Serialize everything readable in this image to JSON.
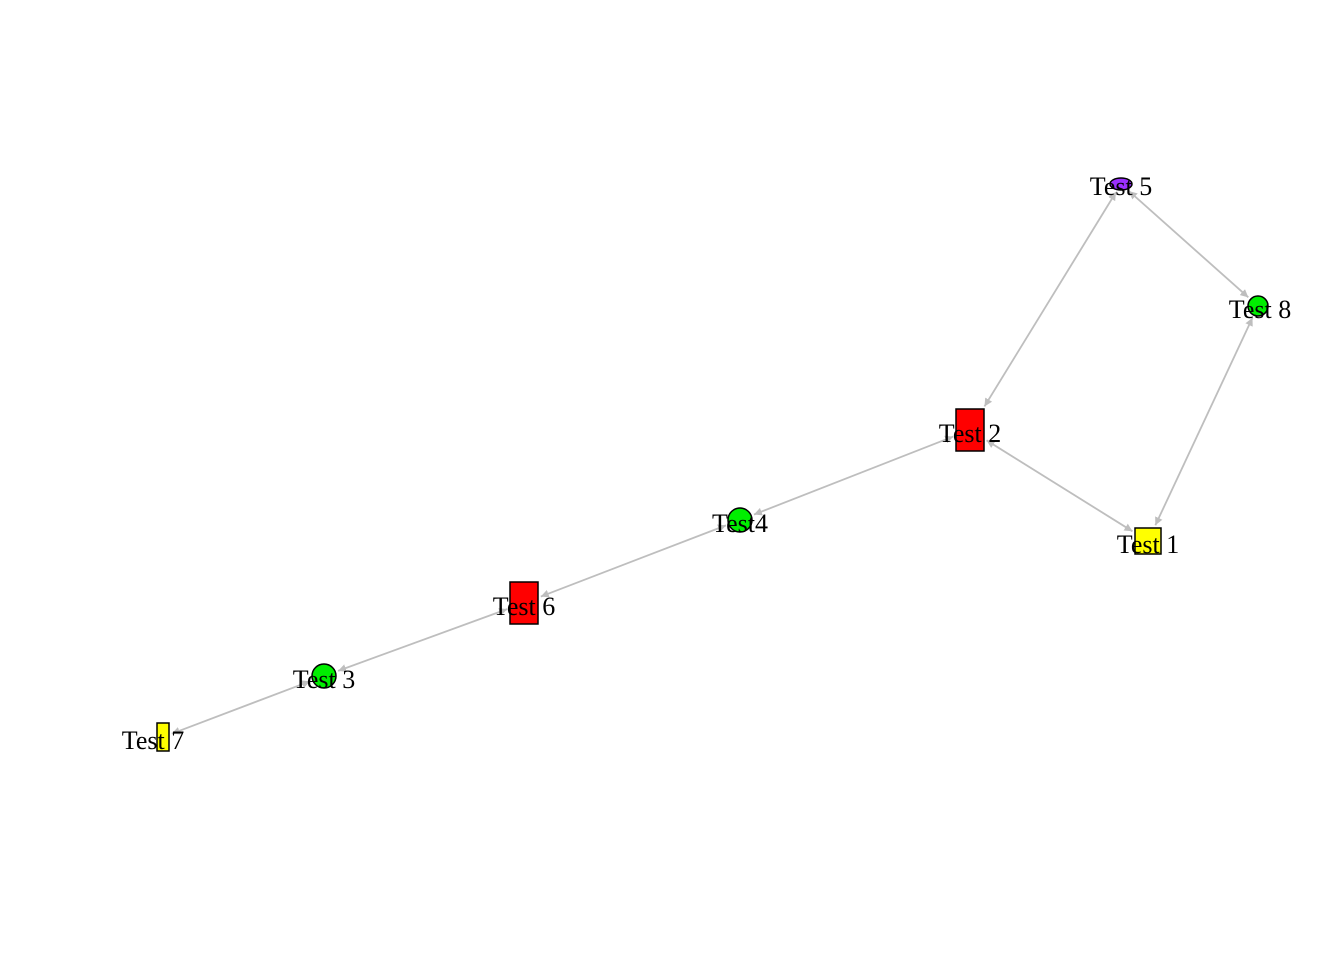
{
  "graph": {
    "edge_color": "#bebebe",
    "nodes": [
      {
        "id": "t1",
        "label": "Test 1",
        "shape": "rectangle",
        "color": "#ffff00"
      },
      {
        "id": "t2",
        "label": "Test 2",
        "shape": "rectangle",
        "color": "#ff0000"
      },
      {
        "id": "t3",
        "label": "Test 3",
        "shape": "circle",
        "color": "#00ee00"
      },
      {
        "id": "t4",
        "label": "Test4",
        "shape": "circle",
        "color": "#00ee00"
      },
      {
        "id": "t5",
        "label": "Test 5",
        "shape": "ellipse",
        "color": "#9b30ff"
      },
      {
        "id": "t6",
        "label": "Test 6",
        "shape": "rectangle",
        "color": "#ff0000"
      },
      {
        "id": "t7",
        "label": "Test 7",
        "shape": "rectangle",
        "color": "#ffff00"
      },
      {
        "id": "t8",
        "label": "Test 8",
        "shape": "circle",
        "color": "#00ee00"
      }
    ],
    "edges": [
      {
        "from": "t5",
        "to": "t2",
        "direction": "both"
      },
      {
        "from": "t5",
        "to": "t8",
        "direction": "both"
      },
      {
        "from": "t8",
        "to": "t1",
        "direction": "both"
      },
      {
        "from": "t2",
        "to": "t1",
        "direction": "both"
      },
      {
        "from": "t2",
        "to": "t4",
        "direction": "both"
      },
      {
        "from": "t4",
        "to": "t6",
        "direction": "both"
      },
      {
        "from": "t6",
        "to": "t3",
        "direction": "both"
      },
      {
        "from": "t3",
        "to": "t7",
        "direction": "both"
      }
    ]
  }
}
